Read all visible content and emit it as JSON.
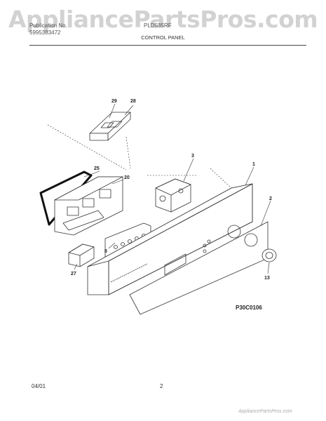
{
  "header": {
    "watermark": "AppliancePartsPros.com",
    "publication_label": "Publication No.",
    "publication_number": "5995383472",
    "model": "PLD535RF",
    "section_title": "CONTROL PANEL"
  },
  "diagram": {
    "part_labels": [
      "29",
      "28",
      "3",
      "1",
      "25",
      "20",
      "2",
      "8",
      "27",
      "13"
    ],
    "reference_code": "P30C0106"
  },
  "footer": {
    "date": "04/01",
    "page_number": "2",
    "site": "AppliancePartsPros.com"
  },
  "colors": {
    "line": "#333333",
    "watermark": "#d2d2d2",
    "background": "#ffffff"
  }
}
